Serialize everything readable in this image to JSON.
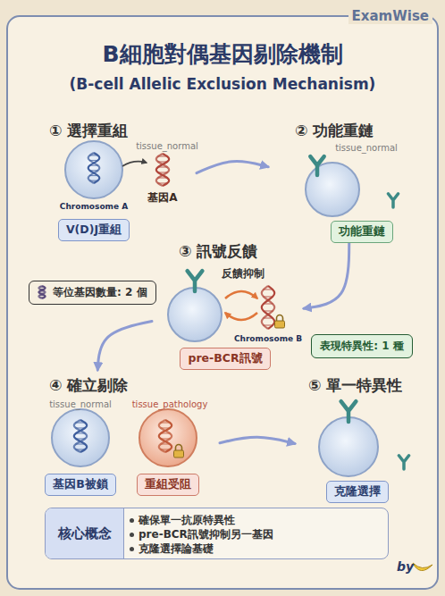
{
  "diagram": {
    "title": "B細胞對偶基因剔除機制",
    "nodes": [
      {
        "text": [
          "① 選擇重組",
          "V(D)J重組"
        ]
      },
      {
        "text": [
          "② 功能重鏈",
          "功能重鏈"
        ]
      },
      {
        "text": [
          "③ 訊號反饋",
          "pre-BCR訊號"
        ]
      },
      {
        "text": [
          "④ 確立剔除"
        ]
      },
      {
        "text": [
          "基因B被鎖"
        ],
        "in": 3
      },
      {
        "text": [
          "重組受阻"
        ],
        "in": 3
      },
      {
        "text": [
          "⑤ 單一特異性",
          "克隆選擇"
        ]
      },
      {
        "text": [
          "等位基因數量: 2 個"
        ]
      },
      {
        "text": [
          "表現特異性: 1 種"
        ]
      },
      {
        "text": [
          "核心概念",
          "確保單一抗原特異性",
          "pre-BCR訊號抑制另一基因",
          "克隆選擇論基礎"
        ]
      }
    ],
    "edges": [
      {
        "from": 0,
        "to": 1,
        "arrow": "to"
      },
      {
        "from": 1,
        "to": 2,
        "arrow": "to"
      },
      {
        "from": 2,
        "to": 3,
        "arrow": "to"
      },
      {
        "from": 5,
        "to": 6,
        "arrow": "to"
      }
    ],
    "labels": [
      "ExamWise",
      "(B-cell Allelic Exclusion Mechanism)",
      "tissue_normal",
      "Chromosome A",
      "基因A",
      "tissue_normal",
      "反饋抑制",
      "Chromosome B",
      "tissue_normal",
      "tissue_pathology",
      "by"
    ]
  }
}
